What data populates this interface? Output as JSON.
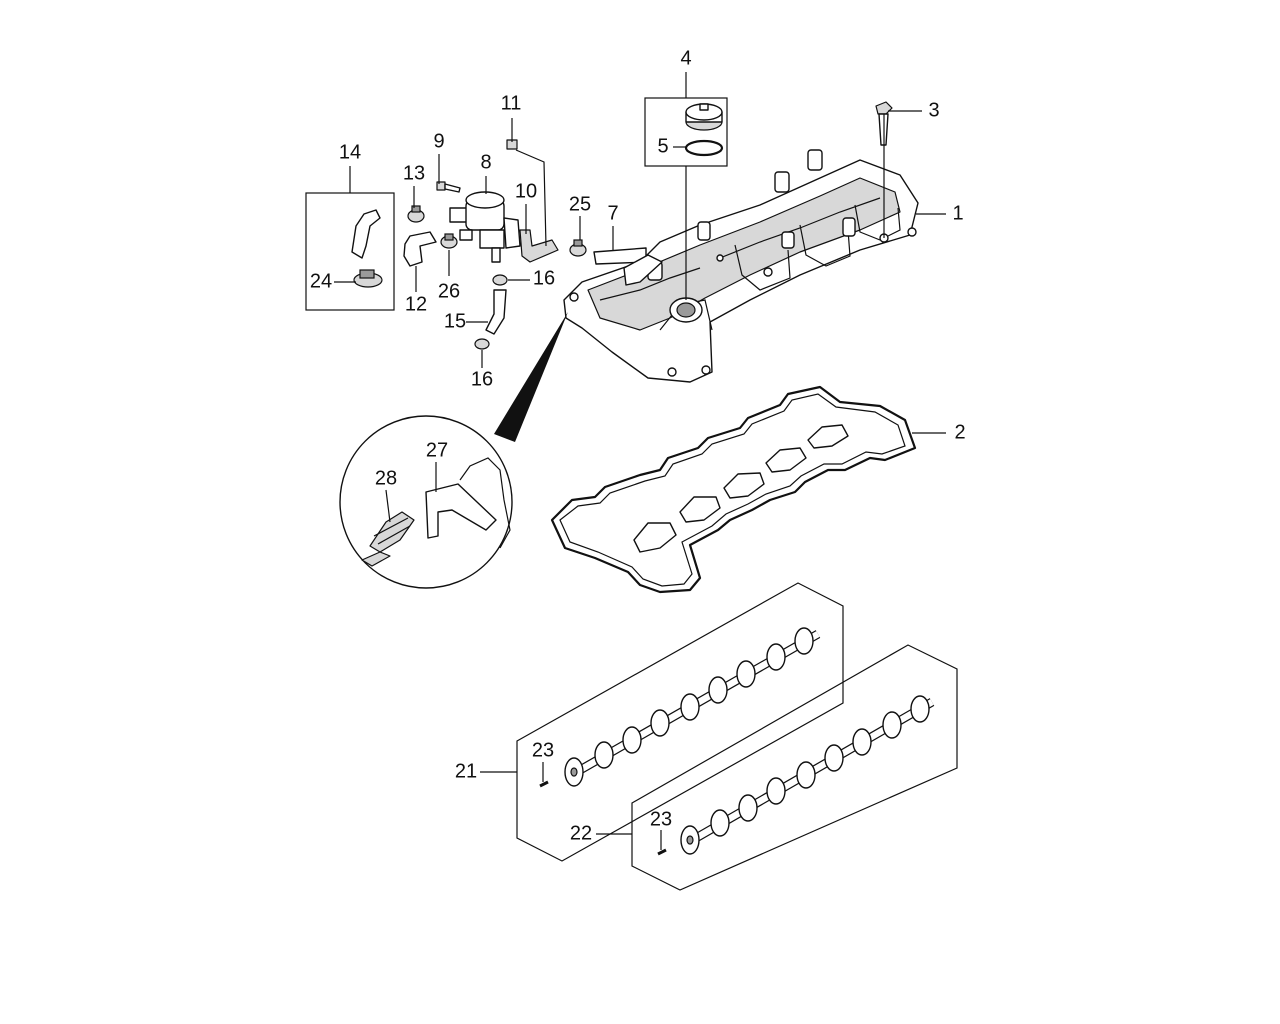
{
  "callouts": {
    "c1": "1",
    "c2": "2",
    "c3": "3",
    "c4": "4",
    "c5": "5",
    "c7": "7",
    "c8": "8",
    "c9": "9",
    "c10": "10",
    "c11": "11",
    "c12": "12",
    "c13": "13",
    "c14": "14",
    "c15": "15",
    "c16a": "16",
    "c16b": "16",
    "c21": "21",
    "c22": "22",
    "c23a": "23",
    "c23b": "23",
    "c24": "24",
    "c25": "25",
    "c26": "26",
    "c27": "27",
    "c28": "28"
  },
  "colors": {
    "line": "#111111",
    "shade": "#d8d8d8",
    "dark": "#9a9a9a",
    "background": "#ffffff"
  }
}
